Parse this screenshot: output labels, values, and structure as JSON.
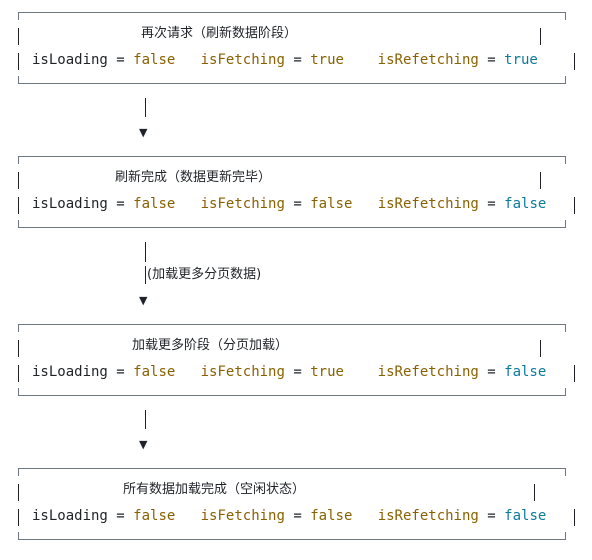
{
  "states": [
    {
      "title": "再次请求（刷新数据阶段）",
      "fields": [
        {
          "name": "isLoading",
          "value": "false",
          "color": "#8a6100"
        },
        {
          "name": "isFetching",
          "value": "true",
          "color": "#8a6100"
        },
        {
          "name": "isRefetching",
          "value": "true",
          "color": "#0b7a9c"
        }
      ]
    },
    {
      "title": "刷新完成（数据更新完毕）",
      "fields": [
        {
          "name": "isLoading",
          "value": "false",
          "color": "#8a6100"
        },
        {
          "name": "isFetching",
          "value": "false",
          "color": "#8a6100"
        },
        {
          "name": "isRefetching",
          "value": "false",
          "color": "#0b7a9c"
        }
      ]
    },
    {
      "title": "加载更多阶段（分页加载）",
      "fields": [
        {
          "name": "isLoading",
          "value": "false",
          "color": "#8a6100"
        },
        {
          "name": "isFetching",
          "value": "true",
          "color": "#8a6100"
        },
        {
          "name": "isRefetching",
          "value": "false",
          "color": "#0b7a9c"
        }
      ]
    },
    {
      "title": "所有数据加载完成（空闲状态）",
      "fields": [
        {
          "name": "isLoading",
          "value": "false",
          "color": "#8a6100"
        },
        {
          "name": "isFetching",
          "value": "false",
          "color": "#8a6100"
        },
        {
          "name": "isRefetching",
          "value": "false",
          "color": "#0b7a9c"
        }
      ]
    }
  ],
  "connectors": [
    {
      "label": ""
    },
    {
      "label": "(加载更多分页数据)"
    },
    {
      "label": ""
    }
  ],
  "symbols": {
    "equals": "=",
    "arrow": "▼"
  }
}
